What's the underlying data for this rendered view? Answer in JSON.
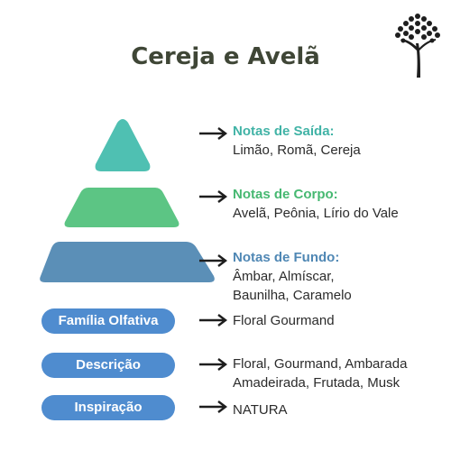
{
  "title": "Cereja e Avelã",
  "colors": {
    "top": "#4fc0b2",
    "middle": "#5cc584",
    "base": "#5b8fb7",
    "pill": "#4f8ccf",
    "head_top": "#41b3a6",
    "head_middle": "#46b871",
    "head_base": "#4f87b4"
  },
  "icons": {
    "logo": "tree-logo-icon",
    "arrow": "arrow-right-icon"
  },
  "notes": {
    "saida": {
      "heading": "Notas de Saída:",
      "lines": [
        "Limão, Romã, Cereja"
      ]
    },
    "corpo": {
      "heading": "Notas de Corpo:",
      "lines": [
        "Avelã, Peônia, Lírio do Vale"
      ]
    },
    "fundo": {
      "heading": "Notas de Fundo:",
      "lines": [
        "Âmbar, Almíscar,",
        "Baunilha, Caramelo"
      ]
    }
  },
  "details": {
    "familia": {
      "label": "Família Olfativa",
      "lines": [
        "Floral Gourmand"
      ]
    },
    "descricao": {
      "label": "Descrição",
      "lines": [
        "Floral, Gourmand, Ambarada",
        "Amadeirada, Frutada, Musk"
      ]
    },
    "inspiracao": {
      "label": "Inspiração",
      "lines": [
        "NATURA"
      ]
    }
  }
}
